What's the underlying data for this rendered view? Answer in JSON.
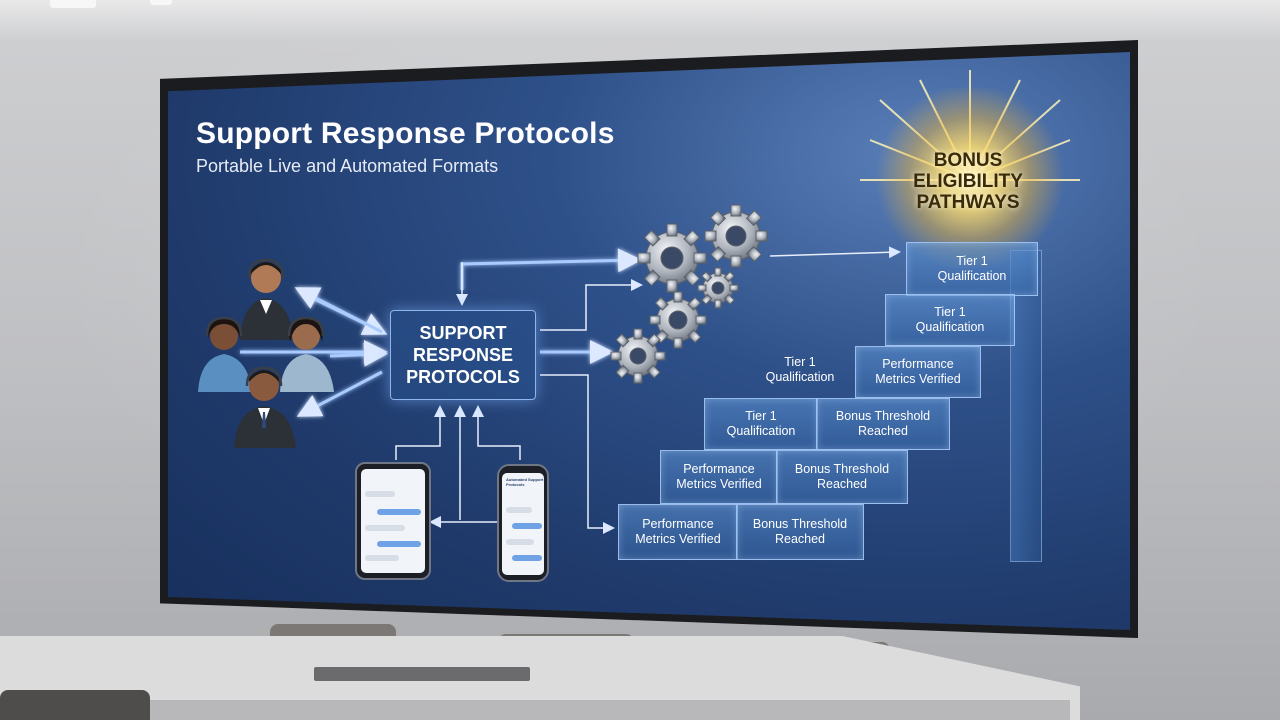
{
  "title": "Support Response Protocols",
  "subtitle": "Portable Live and Automated Formats",
  "center_box_label": "SUPPORT\nRESPONSE\nPROTOCOLS",
  "bonus_label": "BONUS\nELIGIBILITY\nPATHWAYS",
  "phone_heading": "Automated Support Protocols",
  "staircase": [
    {
      "label": "Tier 1\nQualification"
    },
    {
      "label": "Tier 1\nQualification"
    },
    {
      "label": "Performance\nMetrics Verified"
    },
    {
      "label": "Tier 1\nQualification"
    },
    {
      "label": "Tier 1\nQualification"
    },
    {
      "label": "Bonus Threshold\nReached"
    },
    {
      "label": "Performance\nMetrics Verified"
    },
    {
      "label": "Bonus Threshold\nReached"
    },
    {
      "label": "Performance\nMetrics Verified"
    },
    {
      "label": "Bonus Threshold\nReached"
    }
  ],
  "colors": {
    "screen_bg": "#1f3a6b",
    "accent_glow": "#8fb6ea",
    "bonus_glow": "#ffd76a",
    "text": "#ffffff"
  },
  "icons": [
    "headset-agent-icon",
    "gear-icon",
    "tablet-icon",
    "smartphone-icon",
    "arrow-icon"
  ]
}
